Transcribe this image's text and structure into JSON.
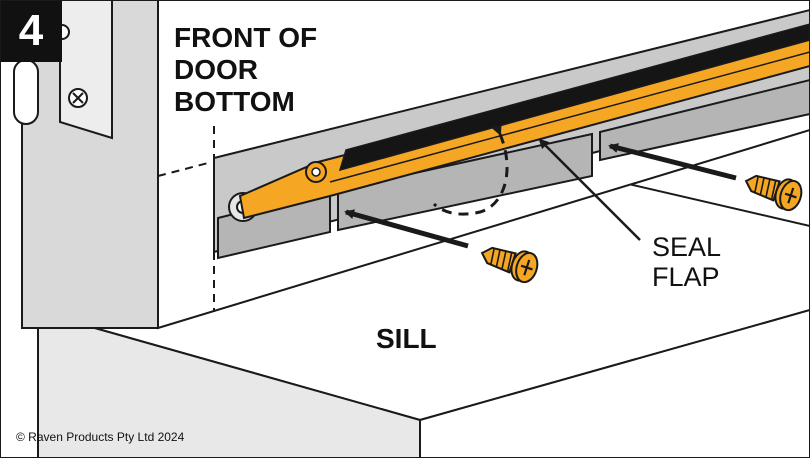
{
  "step_number": "4",
  "labels": {
    "front_line1": "FRONT OF",
    "front_line2": "DOOR",
    "front_line3": "BOTTOM",
    "seal_line1": "SEAL",
    "seal_line2": "FLAP",
    "sill": "SILL"
  },
  "copyright": "© Raven Products Pty Ltd 2024",
  "colors": {
    "seal_orange": "#f5a623",
    "door_grey": "#d9d9d9",
    "metal_grey": "#a3a3a3",
    "brush_black": "#151515",
    "outline": "#1a1a1a"
  },
  "icons": [
    "screw-icon",
    "hinge-icon",
    "arrow-icon"
  ]
}
